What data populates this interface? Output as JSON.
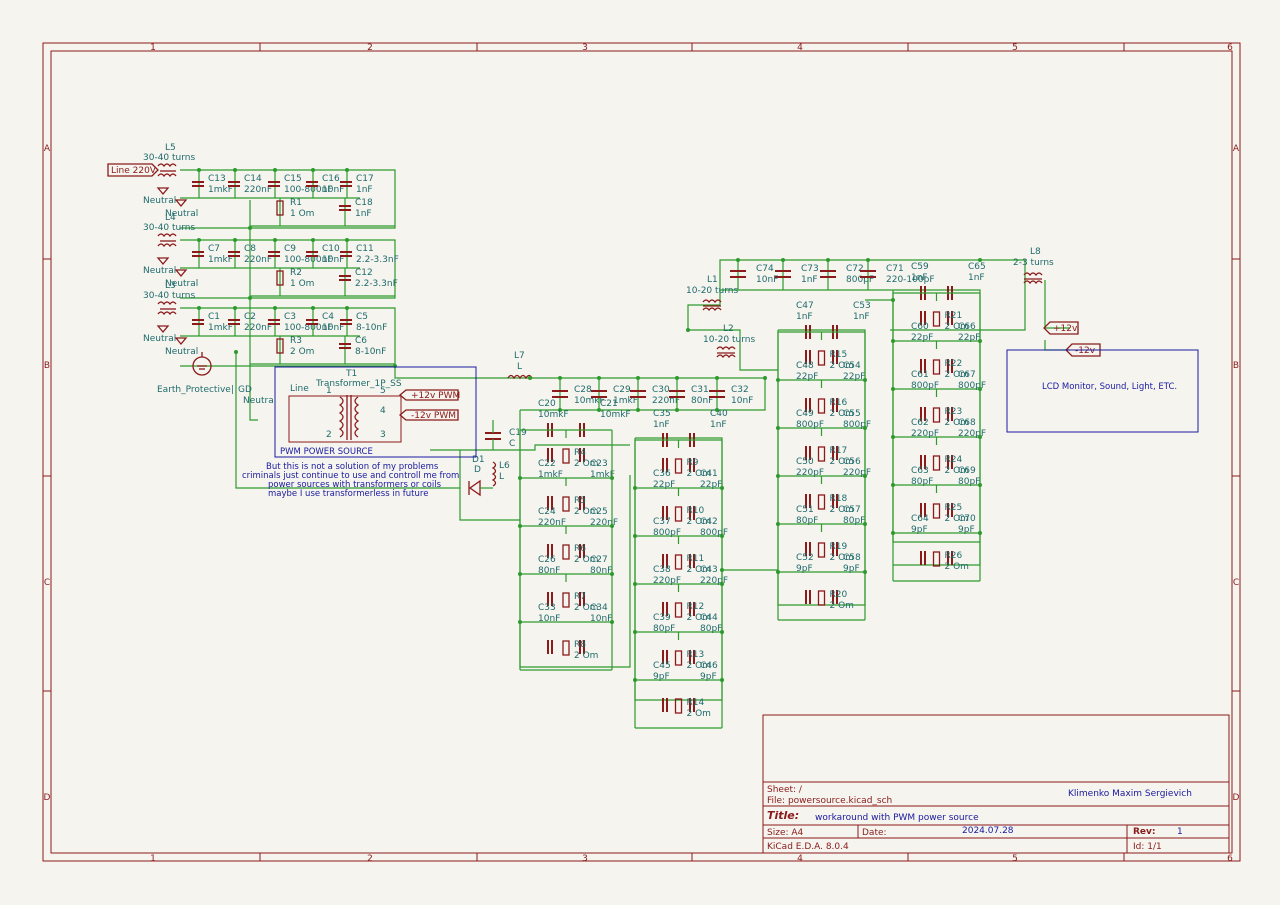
{
  "sheet": {
    "columns": [
      "1",
      "2",
      "3",
      "4",
      "5",
      "6"
    ],
    "rows": [
      "A",
      "B",
      "C",
      "D"
    ]
  },
  "title_block": {
    "sheet_label": "Sheet: /",
    "file_label": "File: powersource.kicad_sch",
    "title_label": "Title:",
    "title_value": "workaround with PWM power source",
    "size_label": "Size: A4",
    "date_label": "Date:",
    "date_value": "2024.07.28",
    "rev_label": "Rev:",
    "rev_value": "1",
    "tool_label": "KiCad E.D.A. 8.0.4",
    "id_label": "Id: 1/1",
    "author": "Klimenko Maxim Sergievich"
  },
  "labels": {
    "line_220v": "Line 220V",
    "plus12_a": "+12v",
    "minus12_a": "-12v",
    "plus12_pwm": "+12v PWM",
    "minus12_pwm": "-12v PWM",
    "neutral": "Neutral",
    "earth": "Earth_Protective",
    "gd": "GD",
    "line": "Line",
    "lcd_box": "LCD Monitor, Sound, Light, ETC.",
    "pwm_box": "PWM POWER SOURCE"
  },
  "notes": [
    "But this is not a solution of my problems",
    "criminals just continue to use and controll me from",
    "power sources with transformers or coils",
    "maybe I use transformerless in future"
  ],
  "transformer": {
    "ref": "T1",
    "value": "Transformer_1P_SS",
    "pins": [
      "1",
      "2",
      "5",
      "4",
      "3"
    ]
  },
  "inductors": [
    {
      "ref": "L5",
      "value": "30-40 turns"
    },
    {
      "ref": "L4",
      "value": "30-40 turns"
    },
    {
      "ref": "L3",
      "value": "30-40 turns"
    },
    {
      "ref": "L1",
      "value": "10-20 turns"
    },
    {
      "ref": "L2",
      "value": "10-20 turns"
    },
    {
      "ref": "L8",
      "value": "2-3 turns"
    },
    {
      "ref": "L7",
      "value": "L"
    },
    {
      "ref": "L6",
      "value": "L"
    }
  ],
  "diode": {
    "ref": "D1",
    "value": "D"
  },
  "cap_c19": {
    "ref": "C19",
    "value": "C"
  },
  "input_filters": [
    {
      "caps": [
        [
          "C13",
          "1mkF"
        ],
        [
          "C14",
          "220nF"
        ],
        [
          "C15",
          "100-800nF"
        ],
        [
          "C16",
          "10nF"
        ],
        [
          "C17",
          "1nF"
        ]
      ],
      "r": [
        "R1",
        "1 Om"
      ],
      "c2": [
        "C18",
        "1nF"
      ]
    },
    {
      "caps": [
        [
          "C7",
          "1mkF"
        ],
        [
          "C8",
          "220nF"
        ],
        [
          "C9",
          "100-800nF"
        ],
        [
          "C10",
          "10nF"
        ],
        [
          "C11",
          "2.2-3.3nF"
        ]
      ],
      "r": [
        "R2",
        "1 Om"
      ],
      "c2": [
        "C12",
        "2.2-3.3nF"
      ]
    },
    {
      "caps": [
        [
          "C1",
          "1mkF"
        ],
        [
          "C2",
          "220nF"
        ],
        [
          "C3",
          "100-800nF"
        ],
        [
          "C4",
          "10nF"
        ],
        [
          "C5",
          "8-10nF"
        ]
      ],
      "r": [
        "R3",
        "2 Om"
      ],
      "c2": [
        "C6",
        "8-10nF"
      ]
    }
  ],
  "row_caps": [
    [
      "C28",
      "10mkF"
    ],
    [
      "C29",
      "1mkF"
    ],
    [
      "C30",
      "220nF"
    ],
    [
      "C31",
      "80nF"
    ],
    [
      "C32",
      "10nF"
    ]
  ],
  "top_caps": [
    [
      "C74",
      "10nF"
    ],
    [
      "C73",
      "1nF"
    ],
    [
      "C72",
      "800pF"
    ],
    [
      "C71",
      "220-100pF"
    ]
  ],
  "ladder_a": {
    "top": [
      [
        "C20",
        "10mkF"
      ],
      [
        "C21",
        "10mkF"
      ]
    ],
    "rows": [
      {
        "cl": [
          "C22",
          "1mkF"
        ],
        "r": [
          "R4",
          "2 Om"
        ],
        "cr": [
          "C23",
          "1mkF"
        ]
      },
      {
        "cl": [
          "C24",
          "220nF"
        ],
        "r": [
          "R5",
          "2 Om"
        ],
        "cr": [
          "C25",
          "220nF"
        ]
      },
      {
        "cl": [
          "C26",
          "80nF"
        ],
        "r": [
          "R6",
          "2 Om"
        ],
        "cr": [
          "C27",
          "80nF"
        ]
      },
      {
        "cl": [
          "C33",
          "10nF"
        ],
        "r": [
          "R7",
          "2 Om"
        ],
        "cr": [
          "C34",
          "10nF"
        ]
      }
    ],
    "bottom_r": [
      "R8",
      "2 Om"
    ]
  },
  "ladder_b": {
    "top": [
      [
        "C35",
        "1nF"
      ],
      [
        "C40",
        "1nF"
      ]
    ],
    "rows": [
      {
        "cl": [
          "C36",
          "22pF"
        ],
        "r": [
          "R9",
          "2 Om"
        ],
        "cr": [
          "C41",
          "22pF"
        ]
      },
      {
        "cl": [
          "C37",
          "800pF"
        ],
        "r": [
          "R10",
          "2 Om"
        ],
        "cr": [
          "C42",
          "800pF"
        ]
      },
      {
        "cl": [
          "C38",
          "220pF"
        ],
        "r": [
          "R11",
          "2 Om"
        ],
        "cr": [
          "C43",
          "220pF"
        ]
      },
      {
        "cl": [
          "C39",
          "80pF"
        ],
        "r": [
          "R12",
          "2 Om"
        ],
        "cr": [
          "C44",
          "80pF"
        ]
      },
      {
        "cl": [
          "C45",
          "9pF"
        ],
        "r": [
          "R13",
          "2 Om"
        ],
        "cr": [
          "C46",
          "9pF"
        ]
      }
    ],
    "bottom_r": [
      "R14",
      "2 Om"
    ]
  },
  "ladder_c": {
    "top": [
      [
        "C47",
        "1nF"
      ],
      [
        "C53",
        "1nF"
      ]
    ],
    "rows": [
      {
        "cl": [
          "C48",
          "22pF"
        ],
        "r": [
          "R15",
          "2 Om"
        ],
        "cr": [
          "C54",
          "22pF"
        ]
      },
      {
        "cl": [
          "C49",
          "800pF"
        ],
        "r": [
          "R16",
          "2 Om"
        ],
        "cr": [
          "C55",
          "800pF"
        ]
      },
      {
        "cl": [
          "C50",
          "220pF"
        ],
        "r": [
          "R17",
          "2 Om"
        ],
        "cr": [
          "C56",
          "220pF"
        ]
      },
      {
        "cl": [
          "C51",
          "80pF"
        ],
        "r": [
          "R18",
          "2 Om"
        ],
        "cr": [
          "C57",
          "80pF"
        ]
      },
      {
        "cl": [
          "C52",
          "9pF"
        ],
        "r": [
          "R19",
          "2 Om"
        ],
        "cr": [
          "C58",
          "9pF"
        ]
      }
    ],
    "bottom_r": [
      "R20",
      "2 Om"
    ]
  },
  "ladder_d": {
    "top": [
      [
        "C59",
        "1nF"
      ],
      [
        "C65",
        "1nF"
      ]
    ],
    "rows": [
      {
        "cl": [
          "C60",
          "22pF"
        ],
        "r": [
          "R21",
          "2 Om"
        ],
        "cr": [
          "C66",
          "22pF"
        ]
      },
      {
        "cl": [
          "C61",
          "800pF"
        ],
        "r": [
          "R22",
          "2 Om"
        ],
        "cr": [
          "C67",
          "800pF"
        ]
      },
      {
        "cl": [
          "C62",
          "220pF"
        ],
        "r": [
          "R23",
          "2 Om"
        ],
        "cr": [
          "C68",
          "220pF"
        ]
      },
      {
        "cl": [
          "C63",
          "80pF"
        ],
        "r": [
          "R24",
          "2 Om"
        ],
        "cr": [
          "C69",
          "80pF"
        ]
      },
      {
        "cl": [
          "C64",
          "9pF"
        ],
        "r": [
          "R25",
          "2 Om"
        ],
        "cr": [
          "C70",
          "9pF"
        ]
      }
    ],
    "bottom_r": [
      "R26",
      "2 Om"
    ]
  }
}
